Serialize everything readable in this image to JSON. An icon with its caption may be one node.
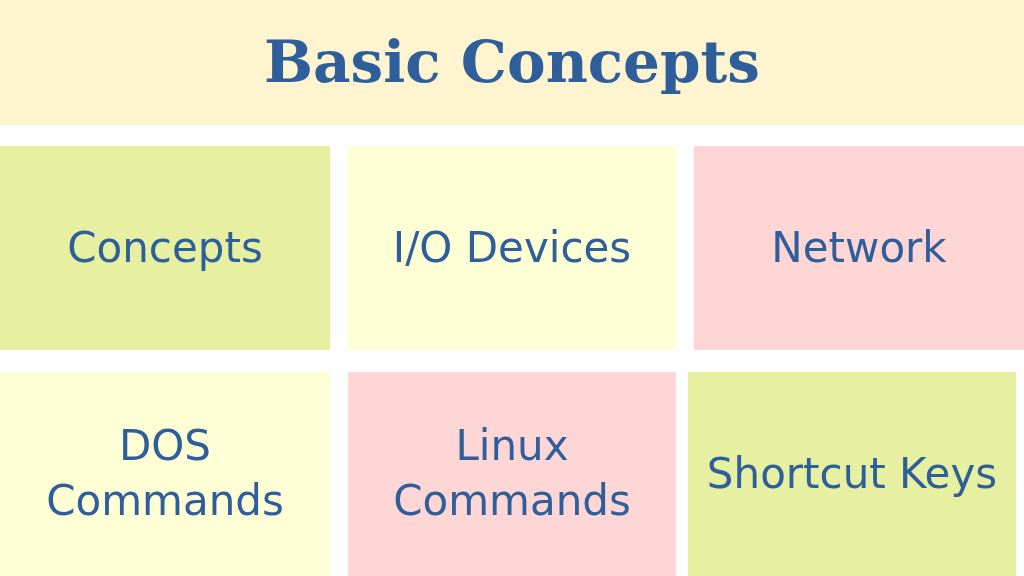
{
  "diagram": {
    "nodes": [
      {
        "text": [
          "Basic Concepts"
        ]
      },
      {
        "text": [
          "Concepts"
        ]
      },
      {
        "text": [
          "I/O Devices"
        ]
      },
      {
        "text": [
          "Network"
        ]
      },
      {
        "text": [
          "DOS Commands"
        ]
      },
      {
        "text": [
          "Linux Commands"
        ]
      },
      {
        "text": [
          "Shortcut Keys"
        ]
      }
    ]
  }
}
